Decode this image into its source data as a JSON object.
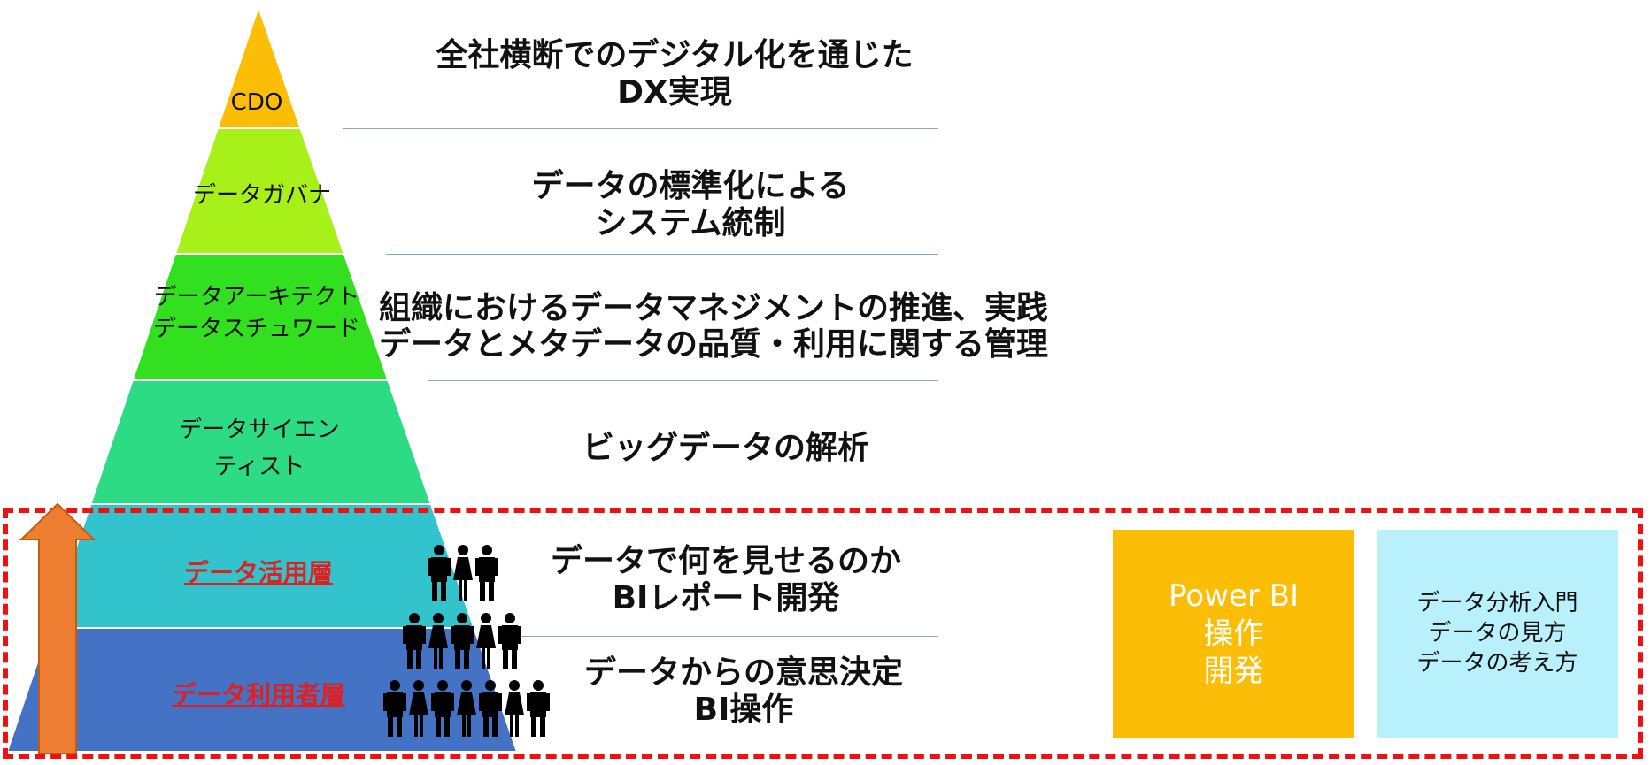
{
  "tiers": [
    {
      "label": "CDO",
      "color": "#fbbd05",
      "description": "全社横断でのデジタル化を通じた\nDX実現"
    },
    {
      "label": "データガバナ",
      "color": "#a8f01a",
      "description": "データの標準化による\nシステム統制"
    },
    {
      "label": "データアーキテクト\nデータスチュワード",
      "color": "#33e01f",
      "description": "組織におけるデータマネジメントの推進、実践\nデータとメタデータの品質・利用に関する管理"
    },
    {
      "label": "データサイエン\nティスト",
      "color": "#2edb85",
      "description": "ビッグデータの解析"
    },
    {
      "label": "データ活用層",
      "color": "#33c3cc",
      "description": "データで何を見せるのか\nBIレポート開発"
    },
    {
      "label": "データ利用者層",
      "color": "#4472c4",
      "description": "データからの意思決定\nBI操作"
    }
  ],
  "boxes": {
    "powerbi": {
      "lines": [
        "Power BI",
        "操作",
        "開発"
      ],
      "color": "#fbbd05"
    },
    "training": {
      "lines": [
        "データ分析入門",
        "データの見方",
        "データの考え方"
      ],
      "color": "#b8f1fb"
    }
  },
  "colors": {
    "dashed_border": "#ee1111",
    "arrow": "#ed7d31",
    "highlight_text": "#e02020",
    "divider": "#7fa9cf"
  },
  "icons": {
    "people": "people-group-icon",
    "arrow": "up-arrow-icon"
  }
}
